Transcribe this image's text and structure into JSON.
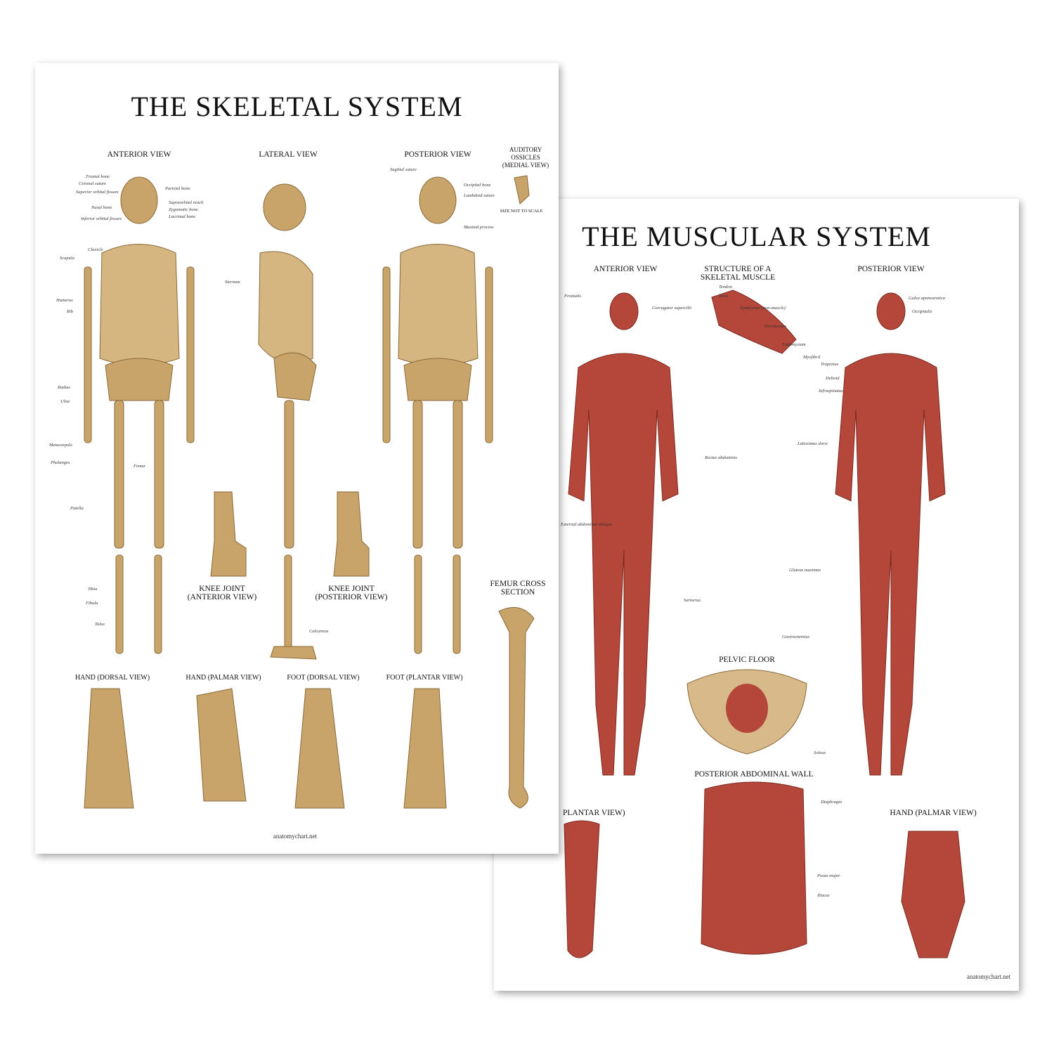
{
  "skeletal": {
    "title": "THE SKELETAL SYSTEM",
    "sections": {
      "anterior": "ANTERIOR VIEW",
      "lateral": "LATERAL VIEW",
      "posterior": "POSTERIOR VIEW",
      "ossicles": "AUDITORY OSSICLES (MEDIAL VIEW)",
      "not_to_scale": "SIZE NOT TO SCALE",
      "knee_anterior": "KNEE JOINT (ANTERIOR VIEW)",
      "knee_posterior": "KNEE JOINT (POSTERIOR VIEW)",
      "femur_cross": "FEMUR CROSS SECTION",
      "hand_dorsal": "HAND (DORSAL VIEW)",
      "hand_palmar": "HAND (PALMAR VIEW)",
      "foot_dorsal": "FOOT (DORSAL VIEW)",
      "foot_plantar": "FOOT (PLANTAR VIEW)"
    },
    "labels": [
      "Frontal bone",
      "Coronal suture",
      "Superior orbital fissure",
      "Nasal bone",
      "Inferior orbital fissure",
      "Parietal bone",
      "Supraorbital notch",
      "Zygomatic bone",
      "Lacrimal bone",
      "Clavicle",
      "Scapula",
      "Humerus",
      "Rib",
      "Sternum",
      "Radius",
      "Ulna",
      "Femur",
      "Patella",
      "Tibia",
      "Fibula",
      "Talus",
      "Sagittal suture",
      "Occipital bone",
      "Lambdoid suture",
      "Mastoid process",
      "Calcaneus",
      "Metacarpals",
      "Phalanges"
    ],
    "credit": "anatomychart.net"
  },
  "muscular": {
    "title": "THE MUSCULAR SYSTEM",
    "sections": {
      "anterior": "ANTERIOR VIEW",
      "structure": "STRUCTURE OF A SKELETAL MUSCLE",
      "posterior": "POSTERIOR VIEW",
      "pelvic_floor": "PELVIC FLOOR",
      "abdominal_wall": "POSTERIOR ABDOMINAL WALL",
      "plantar": "PLANTAR VIEW)",
      "hand_palmar": "HAND (PALMAR VIEW)"
    },
    "labels": [
      "Frontalis",
      "Corrugator supercilii",
      "Tendon",
      "Bone",
      "Epimysium (non-muscle)",
      "Perimysium",
      "Endomysium",
      "Myofibril",
      "Galea aponeurotica",
      "Occipitalis",
      "Trapezius",
      "Deltoid",
      "Infraspinatus",
      "Latissimus dorsi",
      "Gluteus maximus",
      "Gastrocnemius",
      "Soleus",
      "Sartorius",
      "Rectus abdominis",
      "External abdominal oblique",
      "Diaphragm",
      "Psoas major",
      "Iliacus"
    ],
    "credit": "anatomychart.net"
  },
  "colors": {
    "bone": "#c9a46a",
    "muscle": "#b5473a",
    "tendon": "#e9dccb"
  }
}
